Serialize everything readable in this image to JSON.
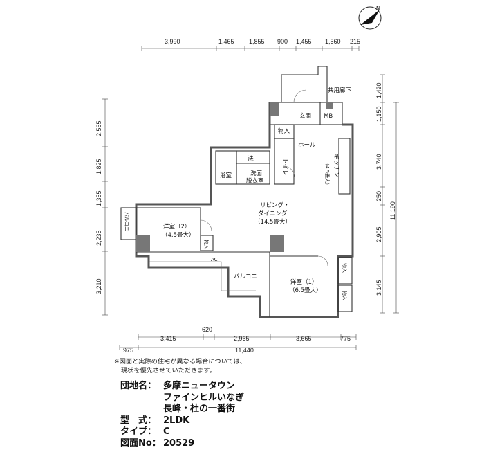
{
  "compass": {
    "label": "N"
  },
  "dims_top": [
    "3,990",
    "1,465",
    "1,855",
    "900",
    "1,455",
    "1,560",
    "215"
  ],
  "dims_bottom_row1": [
    "3,415",
    "620",
    "2,965",
    "3,665",
    "775"
  ],
  "dims_bottom_row2": [
    "975",
    "11,440"
  ],
  "dims_left": [
    "2,565",
    "1,825",
    "1,355",
    "2,235",
    "3,210"
  ],
  "dims_right_inner": [
    "1,420",
    "1,150",
    "3,740",
    "250",
    "2,905",
    "3,145"
  ],
  "dims_right_outer": [
    "11,190"
  ],
  "rooms": {
    "corridor": "共用廊下",
    "entrance": "玄関",
    "mb": "MB",
    "storage": "物入",
    "hall": "ホール",
    "kitchen_1": "キッチン",
    "kitchen_2": "（4.5畳大）",
    "toilet": "トイレ",
    "wash": "洗",
    "washroom_1": "洗面",
    "washroom_2": "脱衣室",
    "bath": "浴室",
    "living_1": "リビング・",
    "living_2": "ダイニング",
    "living_3": "（14.5畳大）",
    "bed2_1": "洋室（2）",
    "bed2_2": "（4.5畳大）",
    "balcony_small": "バルコニー",
    "balcony": "バルコニー",
    "bed1_1": "洋室（1）",
    "bed1_2": "（6.5畳大）",
    "ac": "AC",
    "stor_a": "物入",
    "stor_b": "物入",
    "stor_c": "物入"
  },
  "note": {
    "line1": "※図面と実際の住宅が異なる場合については、",
    "line2": "現状を優先させていただきます。"
  },
  "info": {
    "name_label": "団地名：",
    "name_1": "多摩ニュータウン",
    "name_2": "ファインヒルいなぎ",
    "name_3": "長峰・杜の一番街",
    "type_label": "型　式：",
    "type_value": "2LDK",
    "kind_label": "タイプ：",
    "kind_value": "C",
    "plan_label": "図面No：",
    "plan_value": "20529"
  }
}
